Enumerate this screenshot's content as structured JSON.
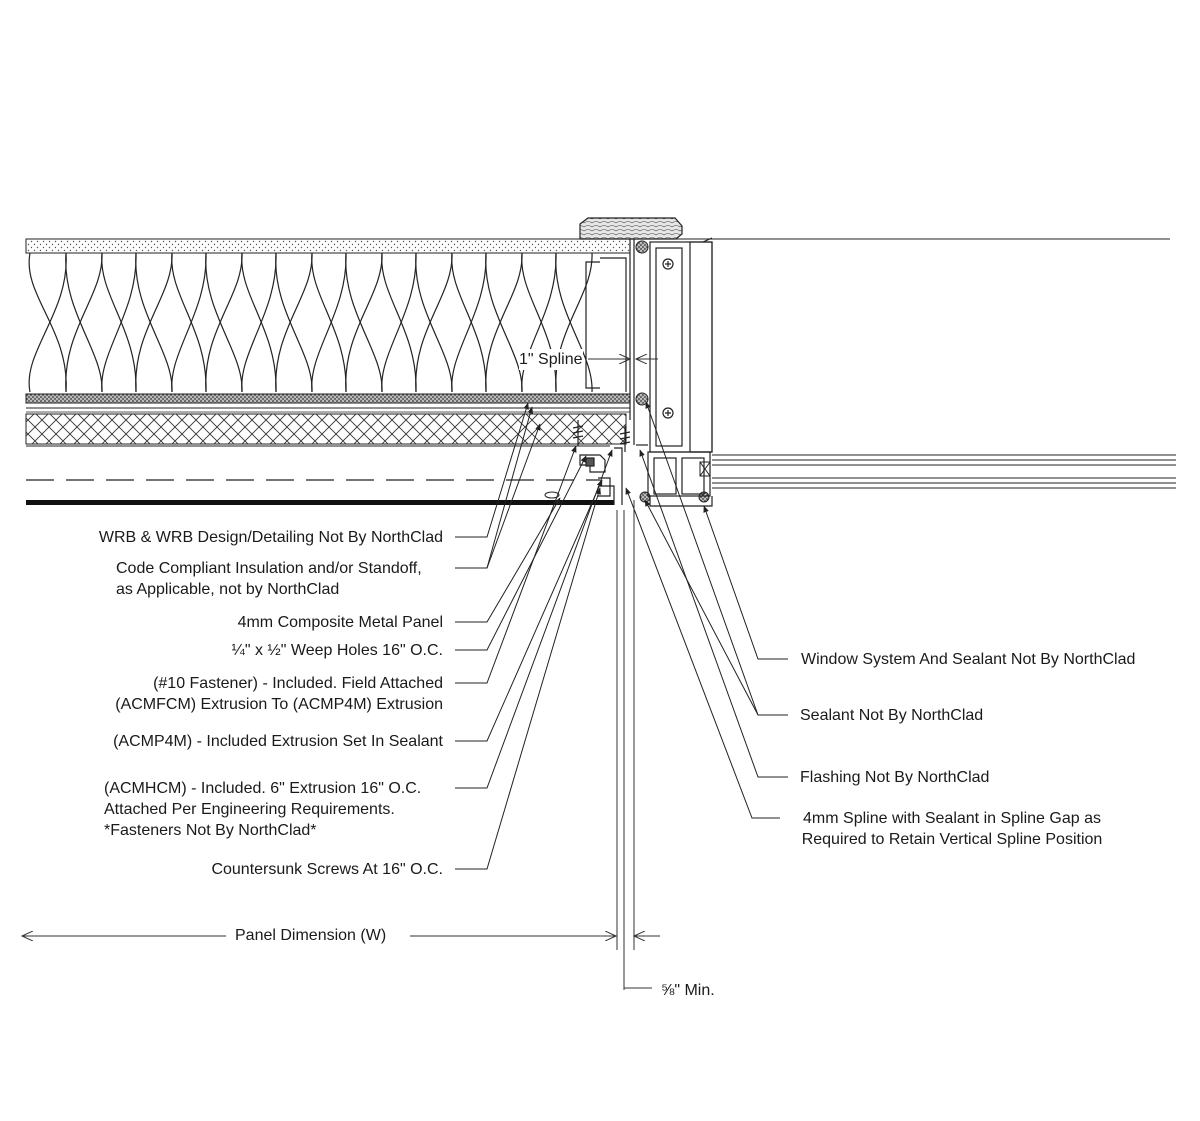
{
  "labels": {
    "spline": "1\" Spline",
    "wrb": "WRB & WRB Design/Detailing Not By NorthClad",
    "insulation_1": "Code Compliant Insulation and/or Standoff,",
    "insulation_2": "as Applicable, not by NorthClad",
    "panel": "4mm Composite Metal Panel",
    "weep_a": "¼",
    "weep_x": "\" x ",
    "weep_b": "½",
    "weep_rest": "\" Weep Holes 16\" O.C.",
    "fastener_1": "(#10 Fastener) - Included. Field Attached",
    "fastener_2": "(ACMFCM) Extrusion To (ACMP4M) Extrusion",
    "acmp4m": "(ACMP4M) - Included Extrusion Set In Sealant",
    "acmhcm_1": "(ACMHCM) - Included. 6\" Extrusion 16\" O.C.",
    "acmhcm_2": "Attached Per Engineering Requirements.",
    "acmhcm_3": "*Fasteners Not By NorthClad*",
    "screws": "Countersunk Screws At 16\" O.C.",
    "panel_dim": "Panel Dimension (W)",
    "min_frac": "⅝",
    "min_rest": "\" Min.",
    "window": "Window System And Sealant Not By NorthClad",
    "sealant": "Sealant Not By NorthClad",
    "flashing": "Flashing Not By NorthClad",
    "spline4_1": "4mm Spline with Sealant in Spline Gap as",
    "spline4_2": "Required to Retain Vertical Spline Position"
  }
}
